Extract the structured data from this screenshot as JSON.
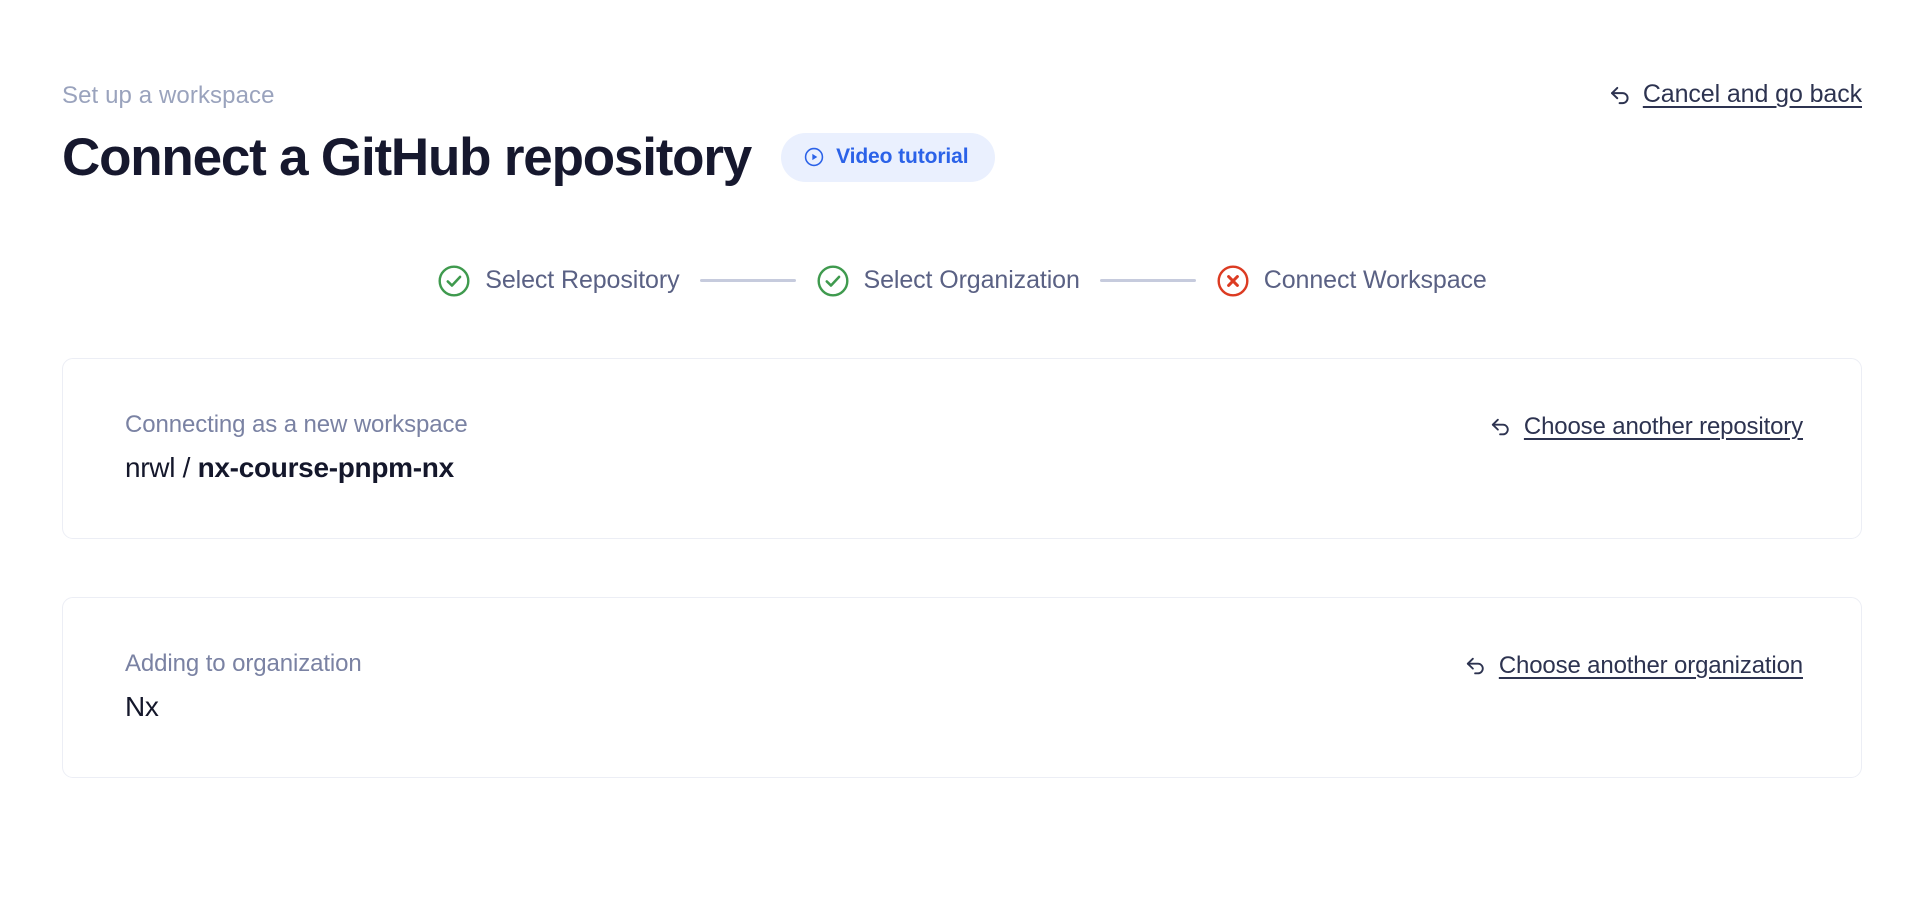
{
  "header": {
    "eyebrow": "Set up a workspace",
    "title": "Connect a GitHub repository",
    "video_badge": {
      "label": "Video tutorial",
      "icon": "play-circle-icon",
      "bg": "#eaf0fe",
      "color": "#2b62e8"
    },
    "cancel": {
      "label": "Cancel and go back",
      "icon": "undo-arrow-icon"
    }
  },
  "stepper": {
    "connector_color": "#c6cbdd",
    "steps": [
      {
        "label": "Select Repository",
        "state": "complete",
        "icon": "check-circle-icon",
        "color": "#3f9a4e"
      },
      {
        "label": "Select Organization",
        "state": "complete",
        "icon": "check-circle-icon",
        "color": "#3f9a4e"
      },
      {
        "label": "Connect Workspace",
        "state": "error",
        "icon": "x-circle-icon",
        "color": "#dc3b22"
      }
    ]
  },
  "cards": [
    {
      "caption": "Connecting as a new workspace",
      "owner": "nrwl",
      "separator": " / ",
      "name": "nx-course-pnpm-nx",
      "action": {
        "label": "Choose another repository",
        "icon": "undo-arrow-icon"
      }
    },
    {
      "caption": "Adding to organization",
      "value": "Nx",
      "action": {
        "label": "Choose another organization",
        "icon": "undo-arrow-icon"
      }
    }
  ]
}
